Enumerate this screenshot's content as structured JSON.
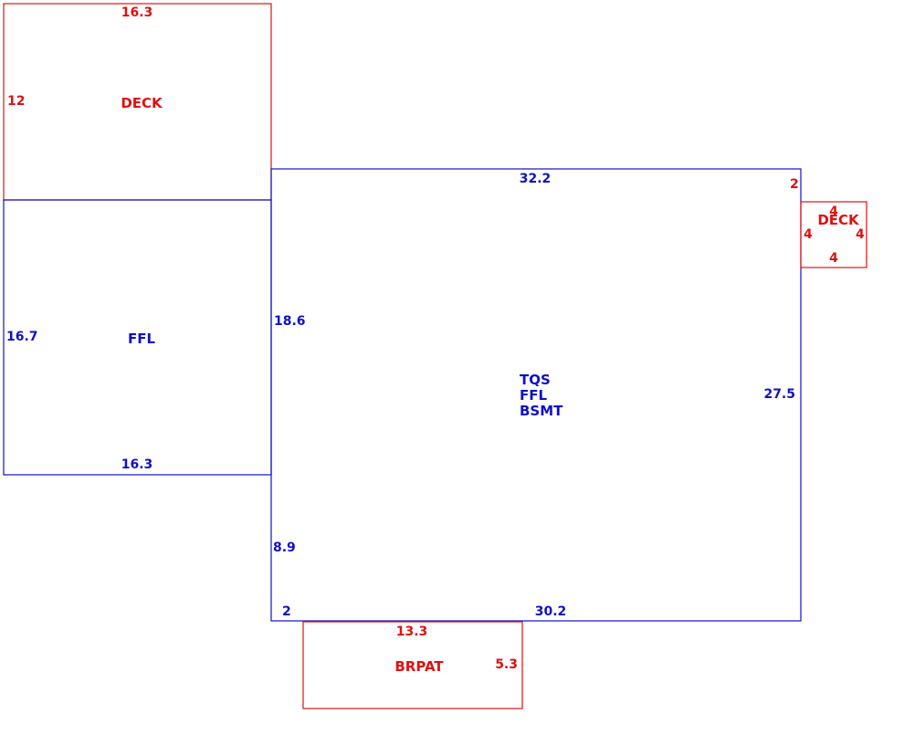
{
  "colors": {
    "exterior": "#e01010",
    "living": "#1010c8"
  },
  "areas": {
    "deck_top": {
      "label": "DECK",
      "dims": {
        "top": "16.3",
        "left": "12"
      }
    },
    "ffl_left": {
      "label": "FFL",
      "dims": {
        "left": "16.7",
        "bottom": "16.3",
        "right": "18.6"
      }
    },
    "main": {
      "label_lines": [
        "TQS",
        "FFL",
        "BSMT"
      ],
      "dims": {
        "top": "32.2",
        "corner_top_right": "2",
        "right": "27.5",
        "left_lower": "8.9",
        "bottom_left_step": "2",
        "bottom": "30.2"
      }
    },
    "deck_right": {
      "label": "DECK",
      "dims": {
        "top": "4",
        "left": "4",
        "right": "4",
        "bottom": "4"
      }
    },
    "brpat": {
      "label": "BRPAT",
      "dims": {
        "top": "13.3",
        "right": "5.3"
      }
    }
  }
}
